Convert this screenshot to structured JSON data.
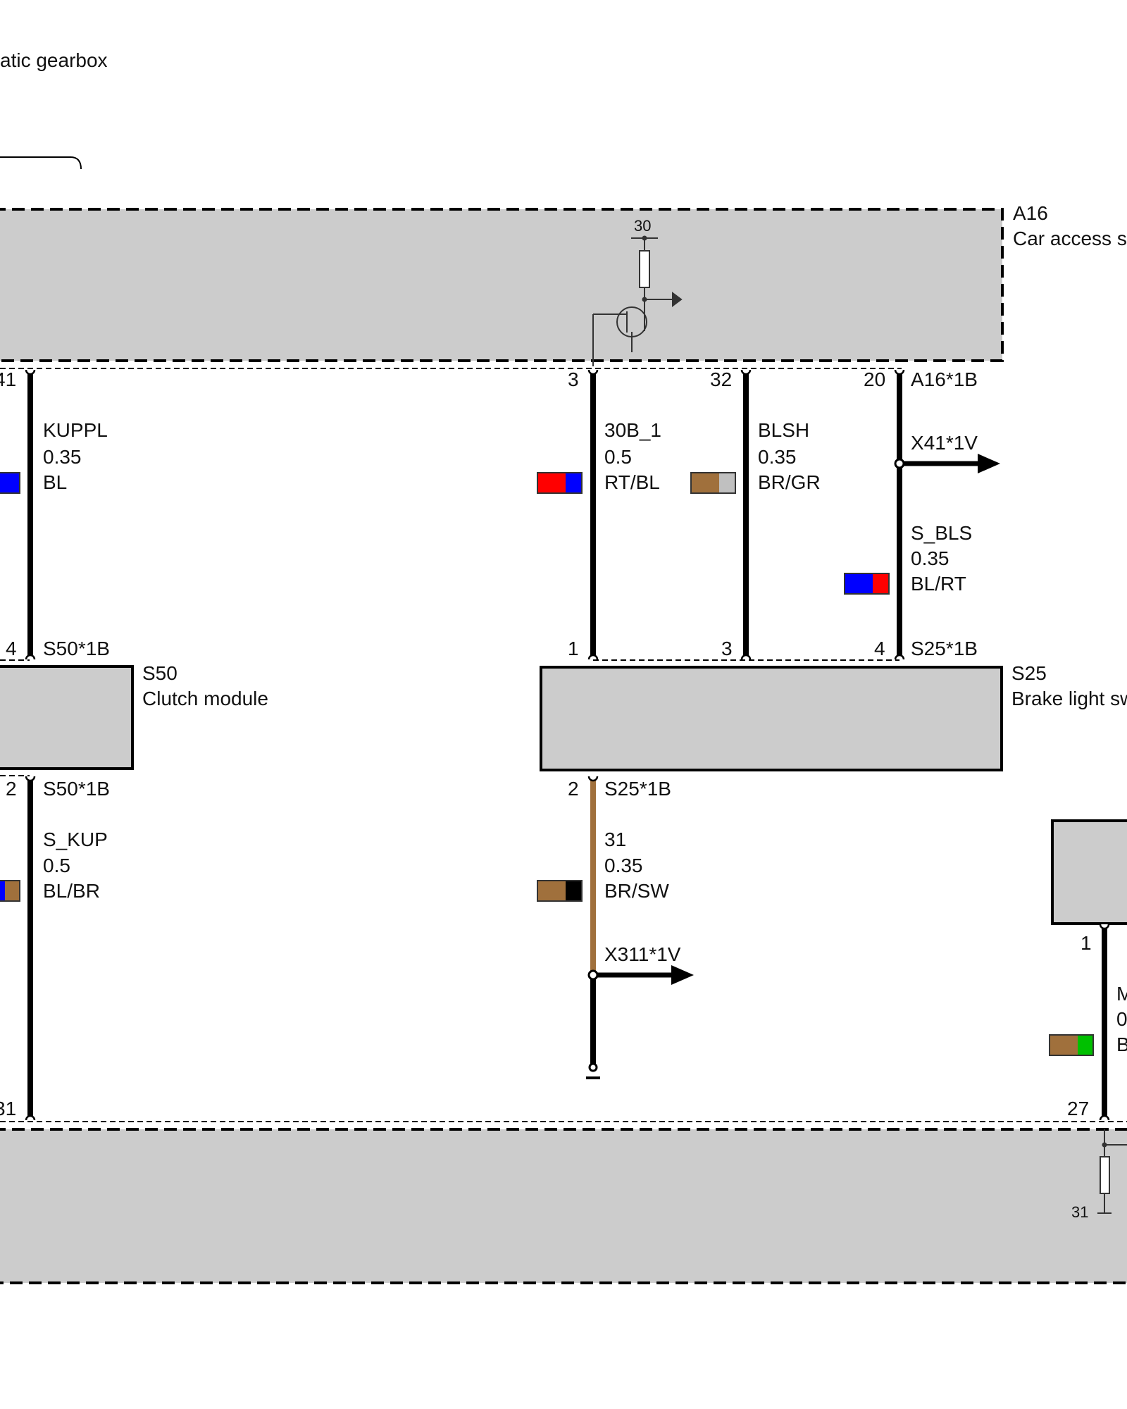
{
  "header": {
    "title_fragment": "atic gearbox"
  },
  "components": {
    "a16": {
      "id": "A16",
      "name": "Car access s"
    },
    "s50": {
      "id": "S50",
      "name": "Clutch module"
    },
    "s25": {
      "id": "S25",
      "name": "Brake light sw"
    }
  },
  "internal": {
    "a16_supply": "30",
    "dme_ground": "31"
  },
  "pins": {
    "a16_41": "41",
    "a16_3": "3",
    "a16_32": "32",
    "a16_20": "20",
    "a16_conn": "A16*1B",
    "s50_4": "4",
    "s50_top_conn": "S50*1B",
    "s50_2": "2",
    "s50_bot_conn": "S50*1B",
    "s25_1": "1",
    "s25_3": "3",
    "s25_4": "4",
    "s25_top_conn": "S25*1B",
    "s25_2": "2",
    "s25_bot_conn": "S25*1B",
    "bottom_31": "31",
    "bottom_27": "27",
    "right_1": "1"
  },
  "wires": [
    {
      "id": "kuppl",
      "signal": "KUPPL",
      "gauge": "0.35",
      "color_code": "BL",
      "colors": [
        "#0000ff"
      ]
    },
    {
      "id": "30b1",
      "signal": "30B_1",
      "gauge": "0.5",
      "color_code": "RT/BL",
      "colors": [
        "#ff0000",
        "#0000ff"
      ]
    },
    {
      "id": "blsh",
      "signal": "BLSH",
      "gauge": "0.35",
      "color_code": "BR/GR",
      "colors": [
        "#a0703c",
        "#c0c0c0"
      ]
    },
    {
      "id": "sbls",
      "signal": "S_BLS",
      "gauge": "0.35",
      "color_code": "BL/RT",
      "colors": [
        "#0000ff",
        "#ff0000"
      ]
    },
    {
      "id": "skup",
      "signal": "S_KUP",
      "gauge": "0.5",
      "color_code": "BL/BR",
      "colors": [
        "#0000ff",
        "#a0703c"
      ]
    },
    {
      "id": "w31",
      "signal": "31",
      "gauge": "0.35",
      "color_code": "BR/SW",
      "colors": [
        "#a0703c",
        "#000000"
      ]
    },
    {
      "id": "mr",
      "signal": "M",
      "gauge": "0",
      "color_code": "B",
      "colors": [
        "#a0703c",
        "#00c000"
      ]
    }
  ],
  "connections": {
    "x41": "X41*1V",
    "x311": "X311*1V"
  },
  "colors": {
    "module_fill": "#cccccc",
    "wire": "#000000",
    "brown_wire": "#a0703c"
  }
}
